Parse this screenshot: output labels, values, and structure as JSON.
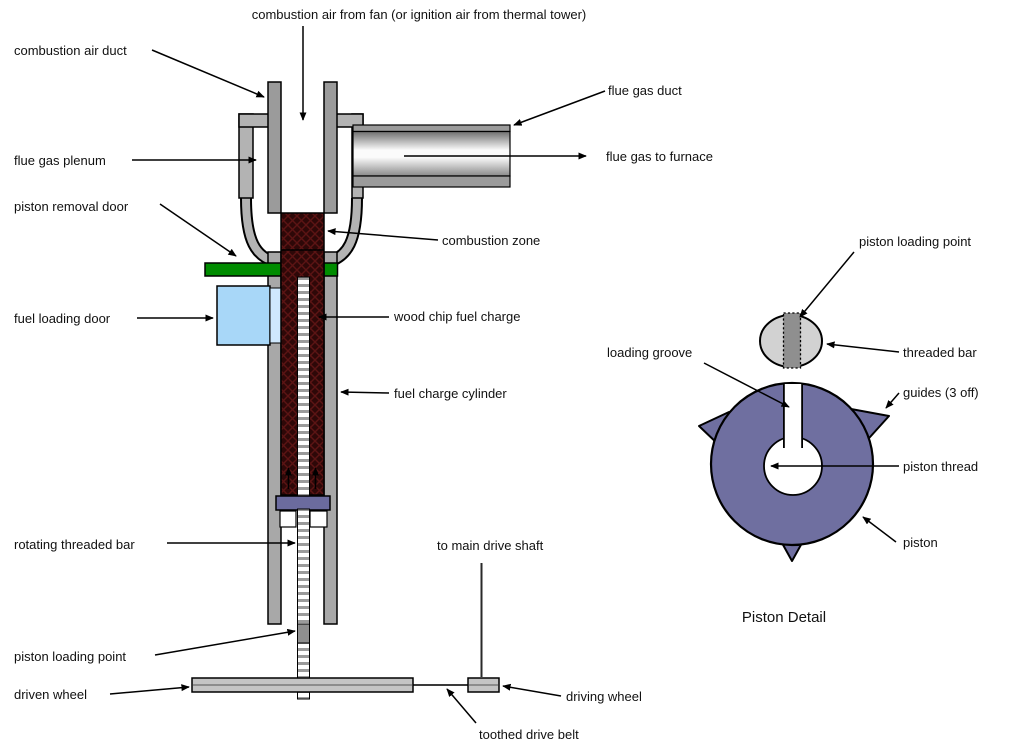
{
  "labels": {
    "combustion_air_from_fan": "combustion air from fan (or ignition air from thermal tower)",
    "combustion_air_duct": "combustion air duct",
    "flue_gas_duct": "flue gas duct",
    "flue_gas_plenum": "flue gas plenum",
    "flue_gas_to_furnace": "flue gas to furnace",
    "piston_removal_door": "piston removal door",
    "combustion_zone": "combustion zone",
    "fuel_loading_door": "fuel loading door",
    "wood_chip_fuel_charge": "wood chip fuel charge",
    "fuel_charge_cylinder": "fuel charge cylinder",
    "rotating_threaded_bar": "rotating threaded bar",
    "piston_loading_point": "piston loading point",
    "driven_wheel": "driven wheel",
    "to_main_drive_shaft": "to main drive shaft",
    "driving_wheel": "driving wheel",
    "toothed_drive_belt": "toothed drive belt"
  },
  "detail": {
    "piston_loading_point": "piston loading point",
    "threaded_bar": "threaded bar",
    "loading_groove": "loading groove",
    "guides": "guides (3 off)",
    "piston_thread": "piston thread",
    "piston": "piston",
    "caption": "Piston Detail"
  },
  "colors": {
    "fuel_charge_base": "#2e0808",
    "fuel_charge_hatch": "#5c1414",
    "plenum_gray": "#b3b3b3",
    "duct_gray": "#9b9b9b",
    "wall_gray": "#a8a8a8",
    "door_green": "#008c00",
    "door_blue": "#a8d7f8",
    "door_blue_light": "#cfe8fd",
    "piston_purple": "#6b6b9e",
    "detail_piston_purple": "#6f6fa0",
    "wheel_gray": "#c4c4c4",
    "thread_rung_gray": "#9b9b9b",
    "detail_bar_gray": "#d2d2d2",
    "detail_bar_band_gray": "#8f8f8f"
  }
}
